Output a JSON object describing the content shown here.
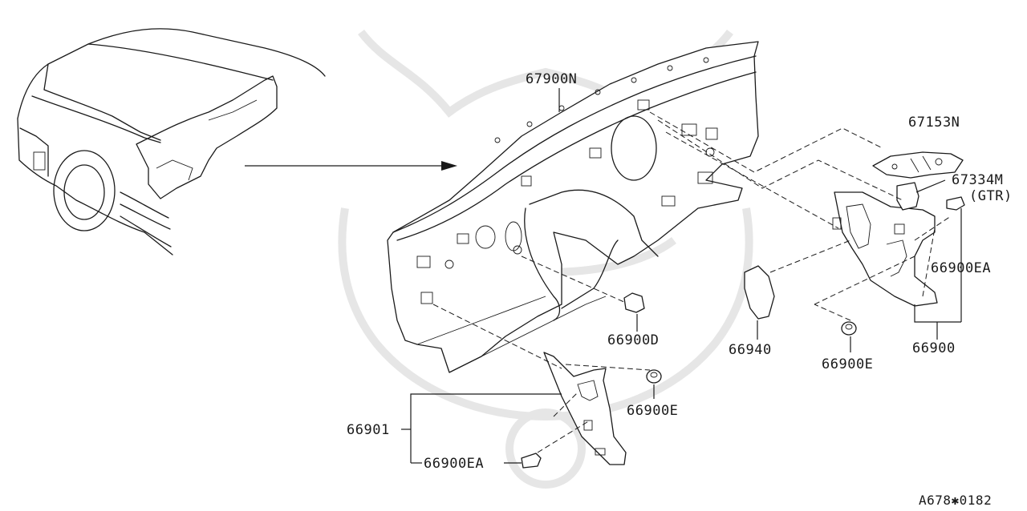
{
  "labels": {
    "p67900N": "67900N",
    "p67153N": "67153N",
    "p67334M": "67334M",
    "gtr": "(GTR)",
    "p66900EA_right": "66900EA",
    "p66900D": "66900D",
    "p66940": "66940",
    "p66900E_right": "66900E",
    "p66900": "66900",
    "p66900E_left": "66900E",
    "p66901": "66901",
    "p66900EA_left": "66900EA"
  },
  "reference_code": "A678✱0182",
  "colors": {
    "line": "#1a1a1a",
    "watermark": "#e6e6e6",
    "background": "#ffffff"
  }
}
